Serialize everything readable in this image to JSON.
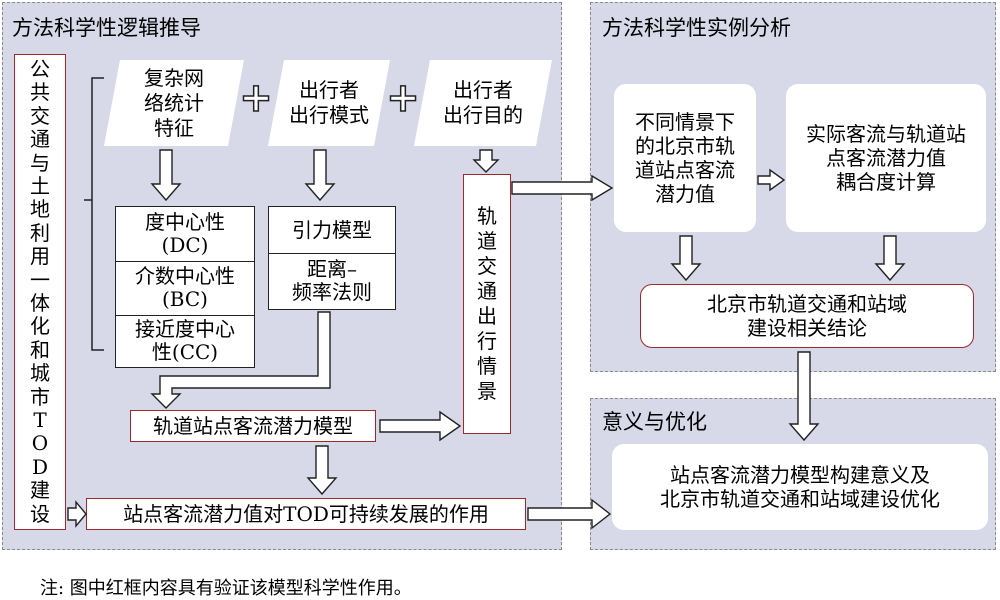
{
  "sections": {
    "left_title": "方法科学性逻辑推导",
    "right_title": "方法科学性实例分析",
    "bottom_title": "意义与优化"
  },
  "left": {
    "vertical_label": "公共交通与土地利用一体化和城市TOD建设",
    "para_network": "复杂网\n络统计\n特征",
    "para_mode": "出行者\n出行模式",
    "para_purpose": "出行者\n出行目的",
    "plus_sign": "+",
    "centrality": [
      "度中心性\n(DC)",
      "介数中心性\n(BC)",
      "接近度中心\n性(CC)"
    ],
    "gravity": [
      "引力模型",
      "距离–\n频率法则"
    ],
    "scenario": "轨道交通出行情景",
    "model": "轨道站点客流潜力模型",
    "tod_effect": "站点客流潜力值对TOD可持续发展的作用"
  },
  "right": {
    "beijing_potential": "不同情景下\n的北京市轨\n道站点客流\n潜力值",
    "coupling": "实际客流与轨道站\n点客流潜力值\n耦合度计算",
    "conclusion": "北京市轨道交通和站域\n建设相关结论"
  },
  "bottom": {
    "significance": "站点客流潜力模型构建意义及\n北京市轨道交通和站域建设优化"
  },
  "footnote": "注: 图中红框内容具有验证该模型科学性作用。",
  "colors": {
    "panel": "#d7d9e8",
    "red_border": "#a02828",
    "line": "#222222"
  }
}
